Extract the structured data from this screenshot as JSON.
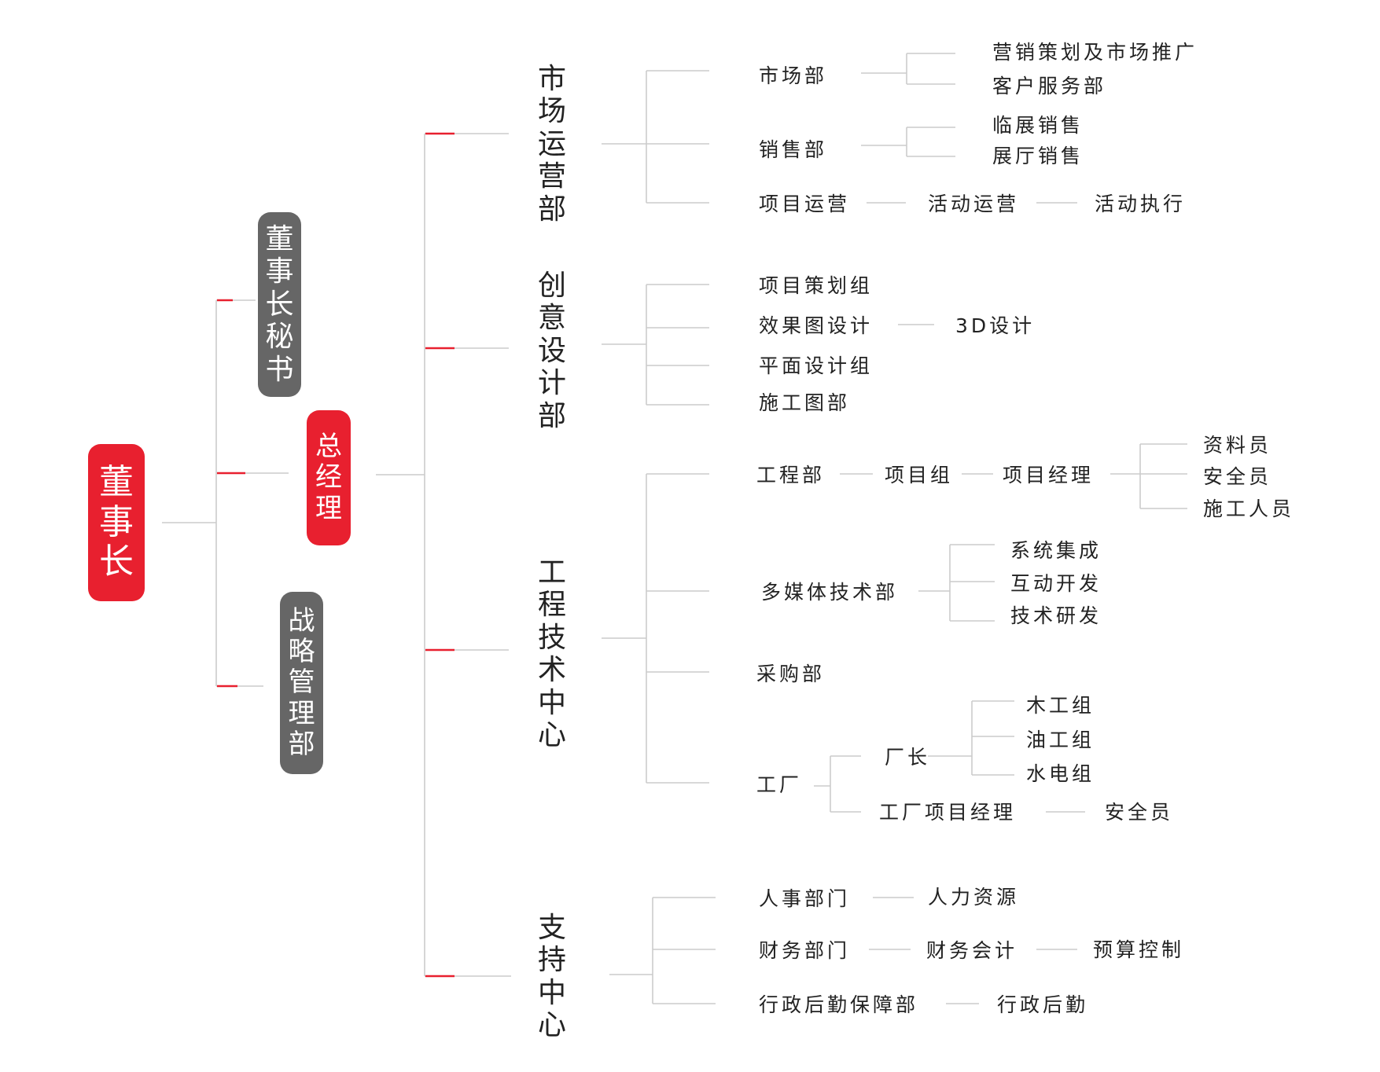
{
  "root": "董事长",
  "assistants": [
    "董事长秘书",
    "总经理",
    "战略管理部"
  ],
  "departments": [
    "市场运营部",
    "创意设计部",
    "工程技术中心",
    "支持中心"
  ],
  "market": {
    "market_dept": "市场部",
    "market_children": [
      "营销策划及市场推广",
      "客户服务部"
    ],
    "sales_dept": "销售部",
    "sales_children": [
      "临展销售",
      "展厅销售"
    ],
    "project_ops": "项目运营",
    "event_ops": "活动运营",
    "event_exec": "活动执行"
  },
  "creative": {
    "planning_group": "项目策划组",
    "render_design": "效果图设计",
    "design_3d": "3D设计",
    "graphic_group": "平面设计组",
    "construction_drawing": "施工图部"
  },
  "engineering": {
    "eng_dept": "工程部",
    "project_group": "项目组",
    "project_manager": "项目经理",
    "pm_children": [
      "资料员",
      "安全员",
      "施工人员"
    ],
    "multimedia_dept": "多媒体技术部",
    "multimedia_children": [
      "系统集成",
      "互动开发",
      "技术研发"
    ],
    "purchasing": "采购部",
    "factory": "工厂",
    "factory_director": "厂长",
    "director_children": [
      "木工组",
      "油工组",
      "水电组"
    ],
    "factory_pm": "工厂项目经理",
    "factory_safety": "安全员"
  },
  "support": {
    "hr_dept": "人事部门",
    "hr_resources": "人力资源",
    "finance_dept": "财务部门",
    "accounting": "财务会计",
    "budget": "预算控制",
    "admin_dept": "行政后勤保障部",
    "admin_logistics": "行政后勤"
  },
  "colors": {
    "accent": "#e8202f",
    "node_gray": "#666666",
    "line": "#cccccc"
  }
}
